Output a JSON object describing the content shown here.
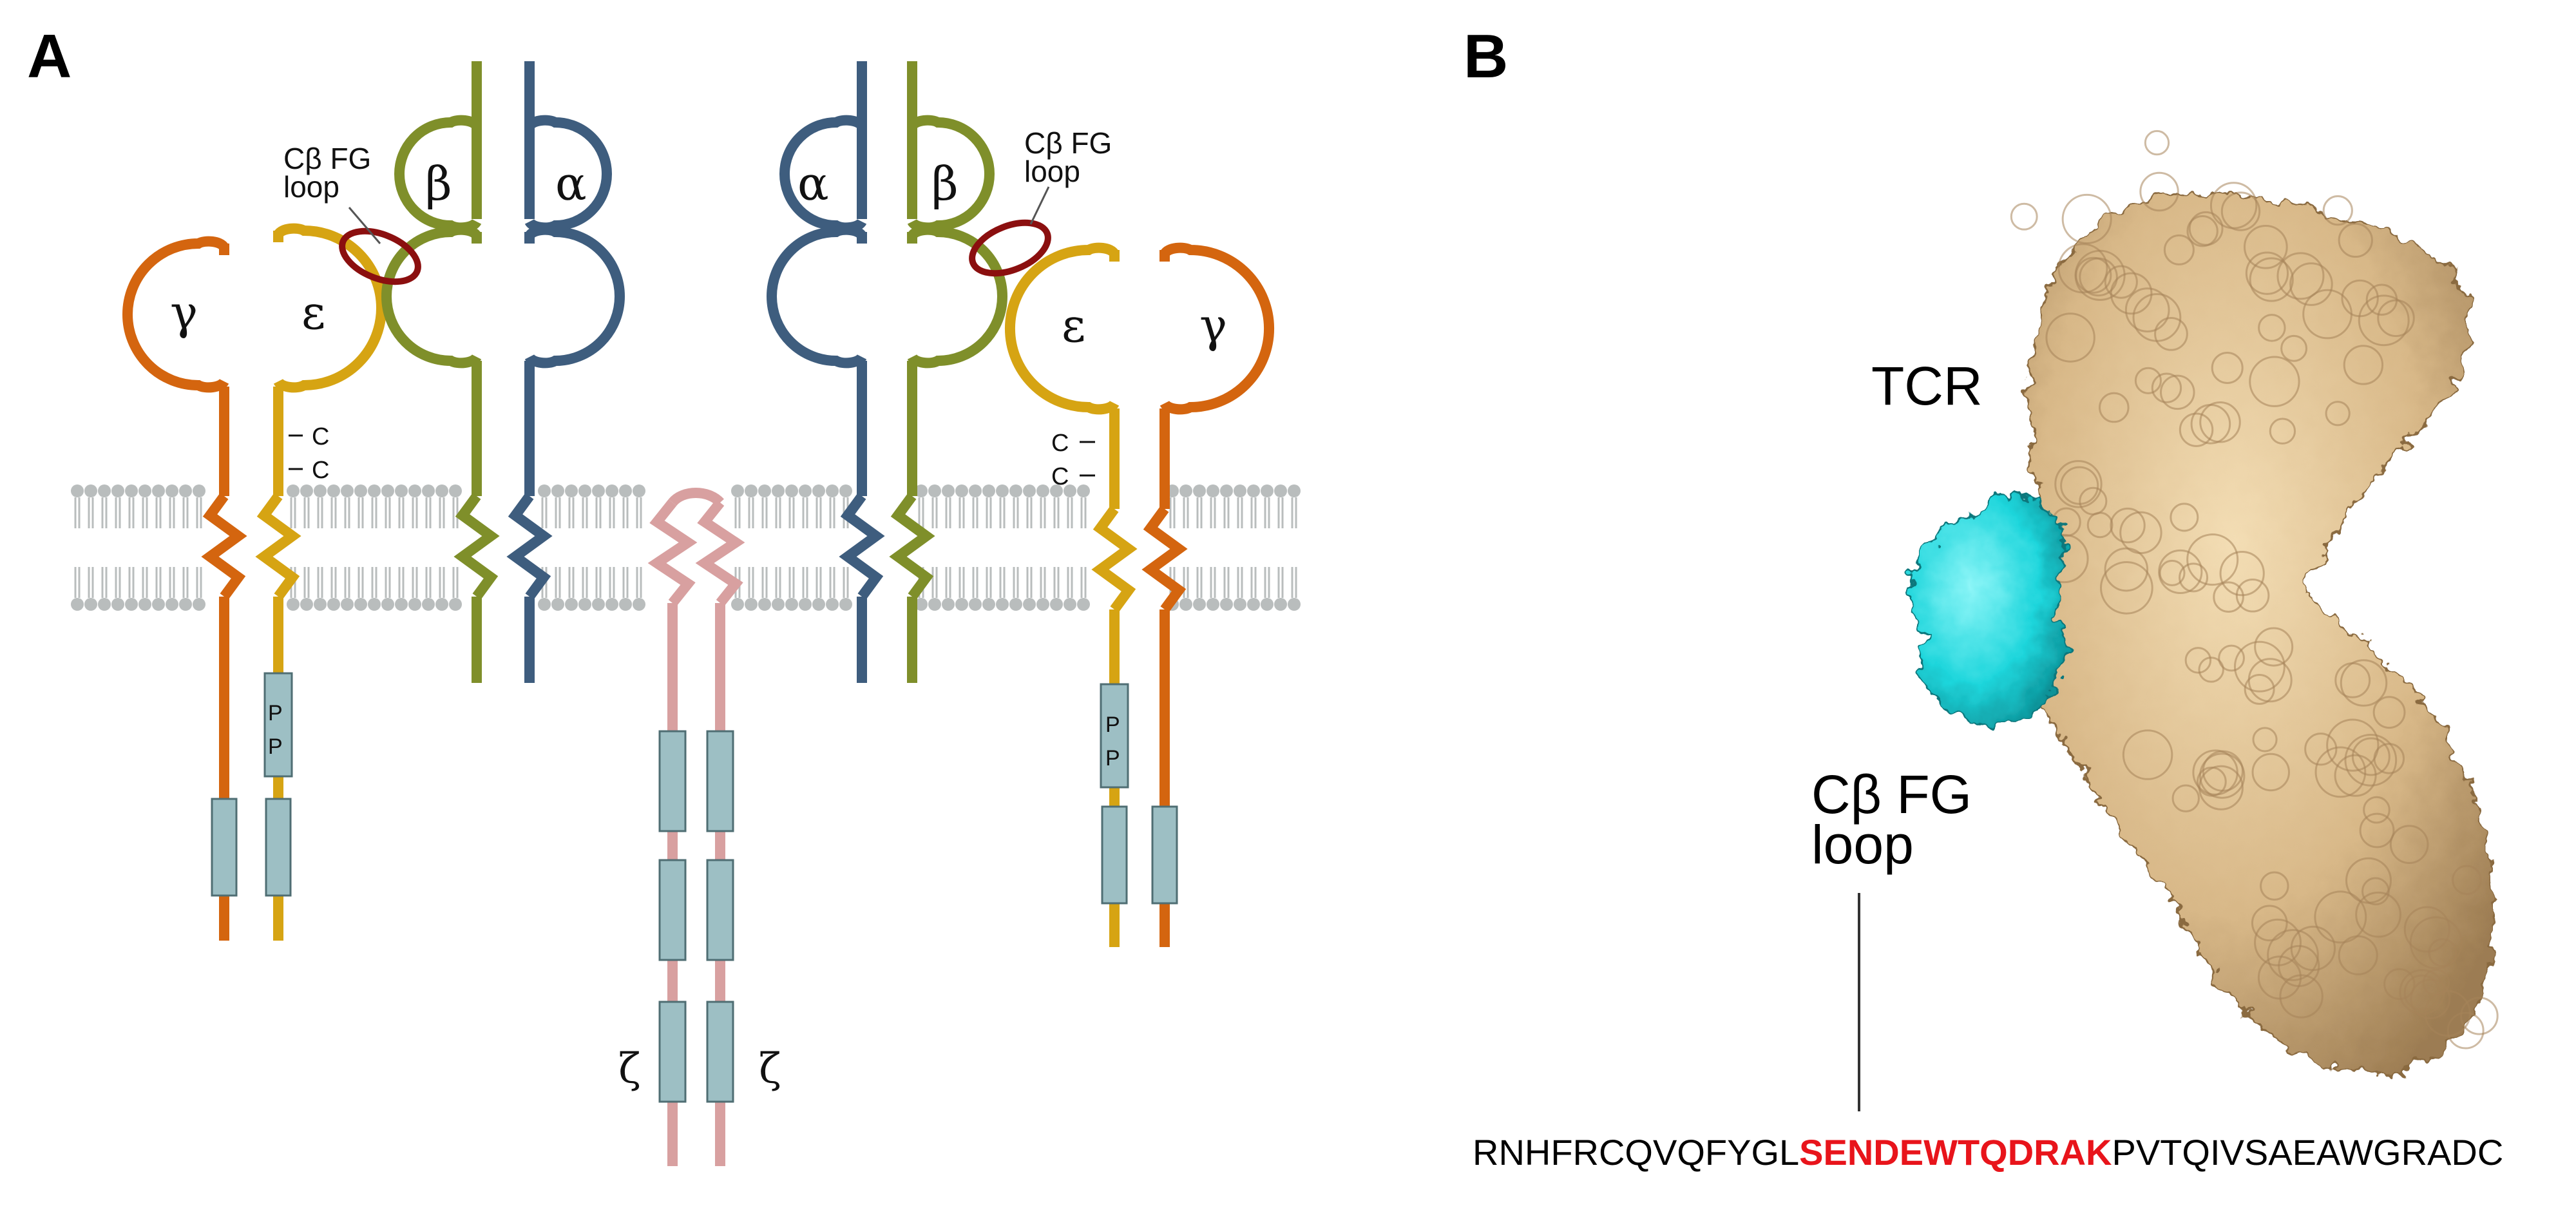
{
  "panels": {
    "a": "A",
    "b": "B"
  },
  "panel_a": {
    "chain_labels": {
      "gamma": "γ",
      "epsilon": "ε",
      "beta": "β",
      "alpha": "α",
      "zeta": "ζ"
    },
    "loop_label_line1": "Cβ FG",
    "loop_label_line2": "loop",
    "cysteine": "C",
    "phospho": "P",
    "colors": {
      "gamma": "#d4650f",
      "epsilon": "#d6a413",
      "beta": "#7f8f2a",
      "alpha": "#3e5d7e",
      "zeta": "#d8a0a0",
      "fg_loop": "#8b0f0f",
      "itam": "#9dbfc4",
      "membrane": "#b9bdbd"
    }
  },
  "panel_b": {
    "tcr_label": "TCR",
    "loop_label_line1": "Cβ FG",
    "loop_label_line2": "loop",
    "sequence": {
      "prefix": "RNHFRCQVQFYGL",
      "highlight": "SENDEWTQDRAK",
      "suffix": "PVTQIVSAEAWGRADC"
    },
    "colors": {
      "surface": "#d8b888",
      "loop_surface": "#1fd6dc",
      "highlight_text": "#e8141b"
    }
  }
}
